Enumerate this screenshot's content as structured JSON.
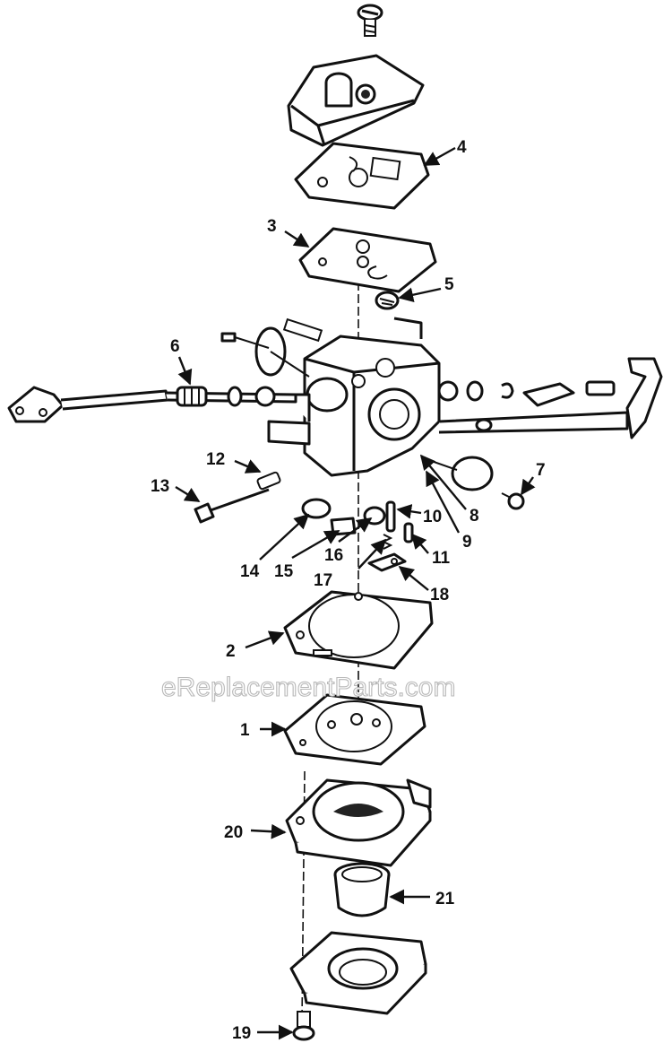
{
  "watermark": "eReplacementParts.com",
  "callouts": [
    {
      "label": "1"
    },
    {
      "label": "2"
    },
    {
      "label": "3"
    },
    {
      "label": "4"
    },
    {
      "label": "5"
    },
    {
      "label": "6"
    },
    {
      "label": "7"
    },
    {
      "label": "8"
    },
    {
      "label": "9"
    },
    {
      "label": "10"
    },
    {
      "label": "11"
    },
    {
      "label": "12"
    },
    {
      "label": "13"
    },
    {
      "label": "14"
    },
    {
      "label": "15"
    },
    {
      "label": "16"
    },
    {
      "label": "17"
    },
    {
      "label": "18"
    },
    {
      "label": "19"
    },
    {
      "label": "20"
    },
    {
      "label": "21"
    }
  ]
}
